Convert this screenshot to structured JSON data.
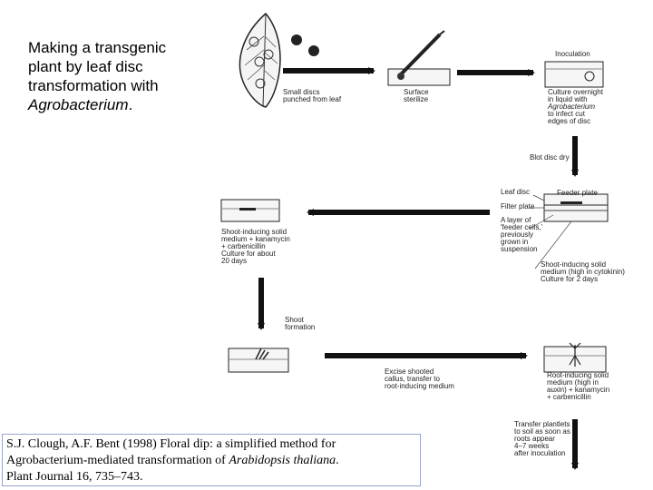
{
  "title": {
    "line1": "Making a transgenic",
    "line2": "plant by leaf disc",
    "line3": "transformation with",
    "line4_italic": "Agrobacterium",
    "line4_end": "."
  },
  "steps": {
    "small_discs": [
      "Small discs",
      "punched from leaf"
    ],
    "surface_sterilize": [
      "Surface",
      "sterilize"
    ],
    "inoculation": "Inoculation",
    "culture_overnight": [
      "Culture overnight",
      "in liquid with"
    ],
    "agrobacterium": "Agrobacterium",
    "infect_edges": [
      "to infect cut",
      "edges of disc"
    ],
    "blot_disc_dry": "Blot disc dry",
    "leaf_disc": "Leaf disc",
    "feeder_plate": "Feeder plate",
    "filter_plate": "Filter plate",
    "feeder_layer": [
      "A layer of",
      "'feeder cells,'",
      "previously",
      "grown in",
      "suspension"
    ],
    "shoot_medium_cytokinin": [
      "Shoot-inducing solid",
      "medium (high in cytokinin)",
      "Culture for 2 days"
    ],
    "shoot_kanamycin": [
      "Shoot-inducing solid",
      "medium + kanamycin",
      "+ carbenicillin",
      "Culture for about",
      "20 days"
    ],
    "shoot_formation": [
      "Shoot",
      "formation"
    ],
    "excise_shooted": [
      "Excise shooted",
      "callus, transfer to",
      "root-inducing medium"
    ],
    "root_inducing": [
      "Root-inducing solid",
      "medium (high in",
      "auxin) + kanamycin",
      "+ carbenicillin"
    ],
    "transfer_plantlets": [
      "Transfer plantlets",
      "to soil as soon as",
      "roots appear",
      "4–7 weeks",
      "after inoculation"
    ]
  },
  "citation": {
    "part1": "S.J. Clough, A.F. Bent (1998) Floral dip: a simplified method for",
    "part2_prefix": "Agrobacterium-mediated transformation of ",
    "part2_italic": "Arabidopsis thaliana",
    "part2_end": ".",
    "part3": "Plant Journal 16, 735–743."
  }
}
